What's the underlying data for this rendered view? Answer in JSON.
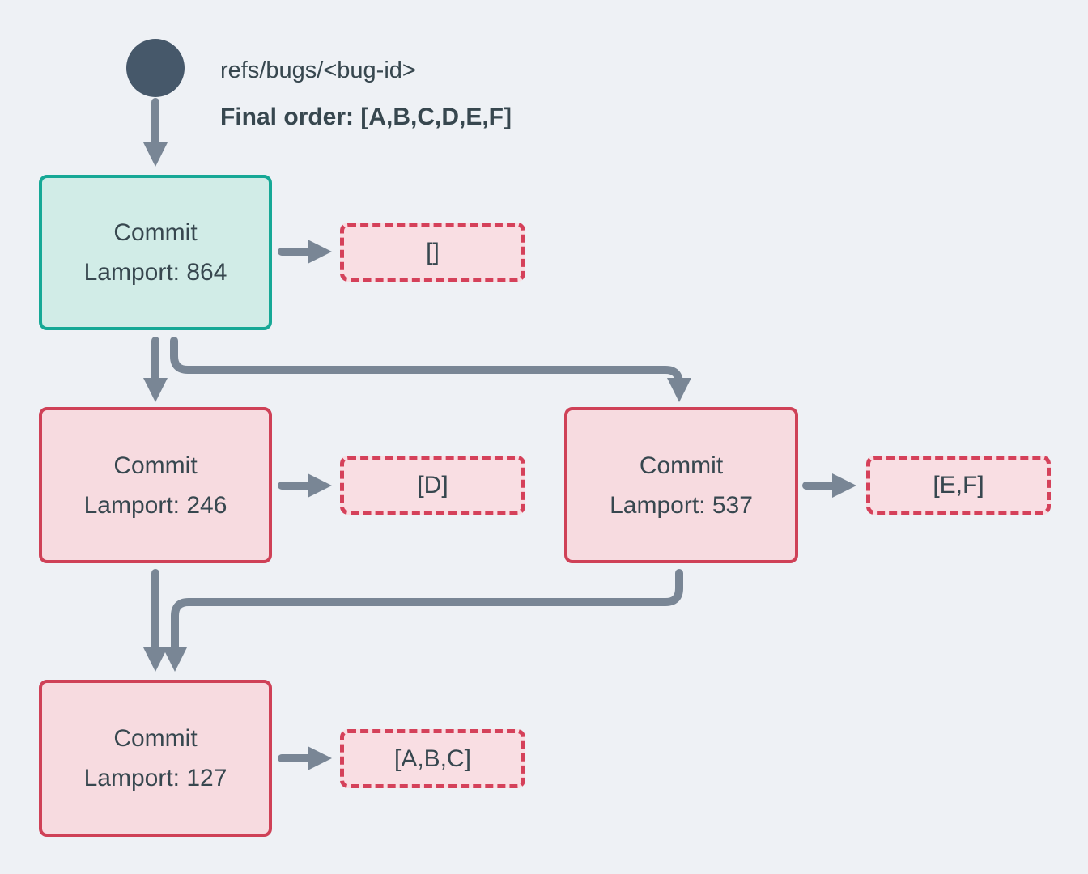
{
  "header": {
    "ref_label": "refs/bugs/<bug-id>",
    "final_order_label": "Final order: [A,B,C,D,E,F]"
  },
  "nodes": [
    {
      "id": "commit-864",
      "line1": "Commit",
      "line2": "Lamport: 864",
      "role": "head"
    },
    {
      "id": "commit-246",
      "line1": "Commit",
      "line2": "Lamport: 246",
      "role": "normal"
    },
    {
      "id": "commit-537",
      "line1": "Commit",
      "line2": "Lamport: 537",
      "role": "normal"
    },
    {
      "id": "commit-127",
      "line1": "Commit",
      "line2": "Lamport: 127",
      "role": "normal"
    }
  ],
  "lists": [
    {
      "label": "[]"
    },
    {
      "label": "[D]"
    },
    {
      "label": "[E,F]"
    },
    {
      "label": "[A,B,C]"
    }
  ],
  "colors": {
    "background": "#eef1f5",
    "text": "#37474f",
    "ref_dot": "#46586a",
    "arrow": "#798695",
    "head_border": "#16a896",
    "head_fill": "#d1ece7",
    "commit_border": "#cf4157",
    "commit_fill": "#f7dbe0",
    "dashed_border": "#d5415a",
    "dashed_fill": "#f9dee3"
  }
}
